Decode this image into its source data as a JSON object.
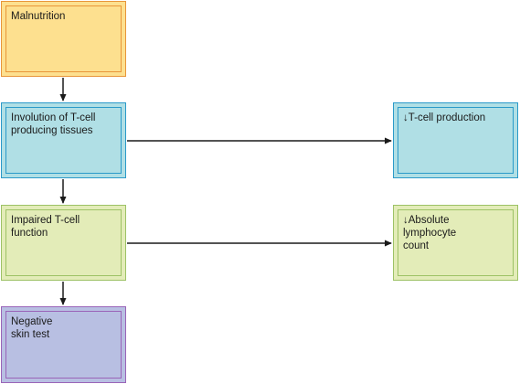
{
  "diagram": {
    "nodes": {
      "malnutrition": "Malnutrition",
      "involution": "Involution of T-cell\nproducing tissues",
      "impaired": "Impaired T-cell\nfunction",
      "negative_skin_test": "Negative\nskin test",
      "tcell_production": "↓T-cell production",
      "lymphocyte_count": "↓Absolute\nlymphocyte\ncount"
    },
    "edges": [
      {
        "from": "malnutrition",
        "to": "involution"
      },
      {
        "from": "involution",
        "to": "impaired"
      },
      {
        "from": "impaired",
        "to": "negative_skin_test"
      },
      {
        "from": "involution",
        "to": "tcell_production"
      },
      {
        "from": "impaired",
        "to": "lymphocyte_count"
      }
    ],
    "colors": {
      "orange_fill": "#fde08f",
      "orange_border": "#e8963a",
      "blue_fill": "#b0dfe5",
      "blue_border": "#2b9ac9",
      "green_fill": "#e3ecb8",
      "green_border": "#9dc266",
      "purple_fill": "#b8bfe2",
      "purple_border": "#9a64b8",
      "arrow": "#1a1a1a"
    }
  }
}
